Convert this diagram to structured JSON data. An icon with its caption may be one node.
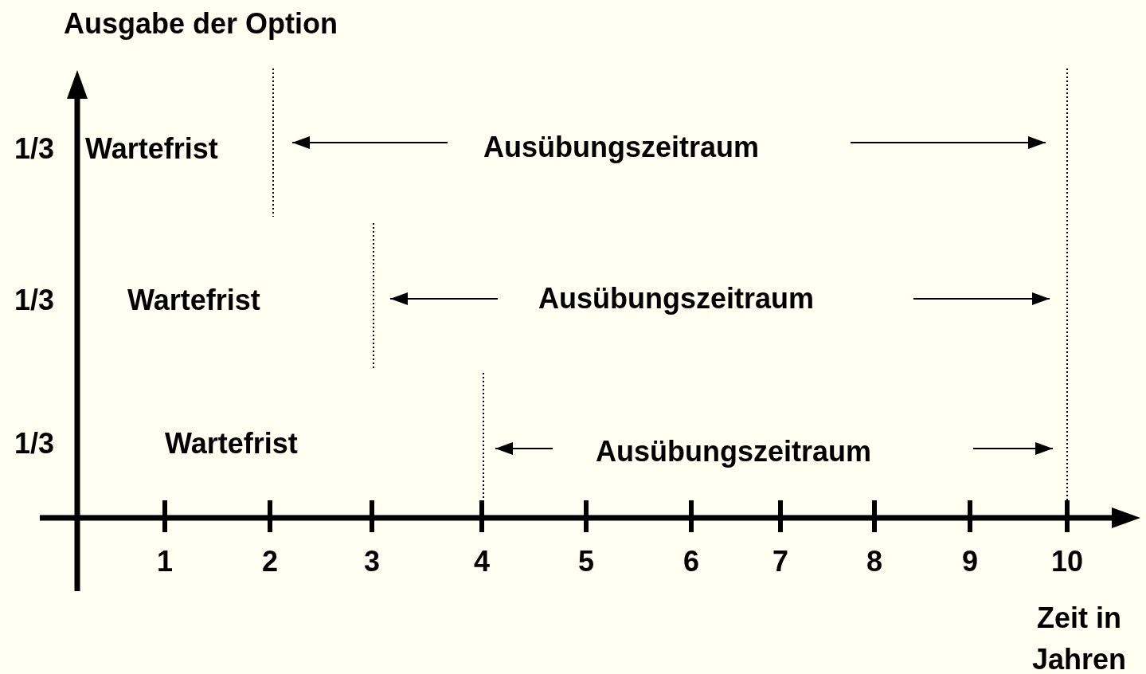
{
  "diagram": {
    "labels": [
      "Ausgabe der Option",
      "1/3",
      "Wartefrist",
      "Ausübungszeitraum",
      "1/3",
      "Wartefrist",
      "Ausübungszeitraum",
      "1/3",
      "Wartefrist",
      "Ausübungszeitraum",
      "1",
      "2",
      "3",
      "4",
      "5",
      "6",
      "7",
      "8",
      "9",
      "10",
      "Zeit in Jahren"
    ]
  }
}
